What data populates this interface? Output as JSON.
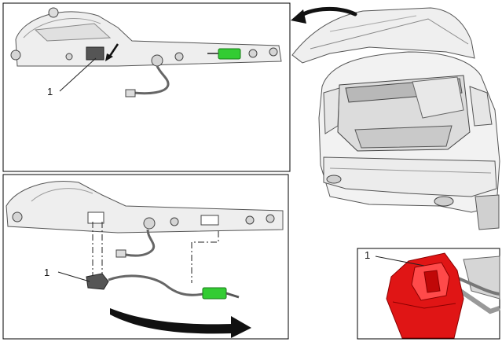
{
  "diagram": {
    "panels": [
      {
        "id": "top-detail",
        "callouts": [
          {
            "number": "1"
          }
        ]
      },
      {
        "id": "bottom-detail",
        "callouts": [
          {
            "number": "1"
          }
        ]
      },
      {
        "id": "inset-red-part",
        "callouts": [
          {
            "number": "1"
          }
        ]
      }
    ],
    "colors": {
      "highlight_green": "#33cc33",
      "highlight_red": "#e01515",
      "line": "#222222",
      "panel_border": "#000000",
      "part_gray": "#d9d9d9"
    }
  }
}
